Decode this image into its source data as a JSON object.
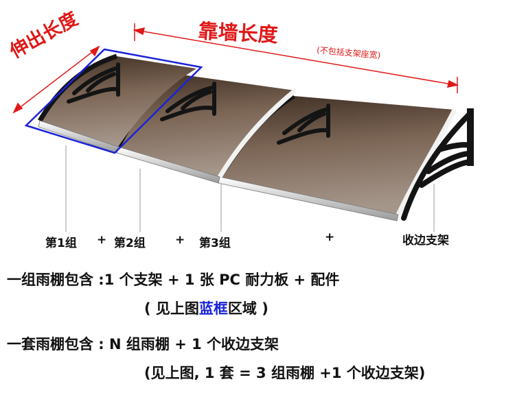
{
  "labels": {
    "wall_length": "靠墙长度",
    "wall_length_note": "(不包括支架座宽)",
    "extension_length": "伸出长度"
  },
  "captions": {
    "group1": "第1组",
    "plus1": "+",
    "group2": "第2组",
    "plus2": "+",
    "group3": "第3组",
    "plus3": "+",
    "edge_bracket": "收边支架"
  },
  "description": {
    "line1": "一组雨棚包含 :1 个支架 + 1 张 PC 耐力板 + 配件",
    "line2_prefix": "( 见上图",
    "line2_highlight": "蓝框",
    "line2_suffix": "区域 )",
    "line3": "一套雨棚包含 :  N 组雨棚 + 1 个收边支架",
    "line4": "(见上图, 1 套 = 3 组雨棚 +1 个收边支架)"
  },
  "colors": {
    "dimension_red": "#e01818",
    "highlight_blue": "#1a22d8",
    "panel_brown": "#6a5546",
    "bracket_black": "#141414"
  }
}
